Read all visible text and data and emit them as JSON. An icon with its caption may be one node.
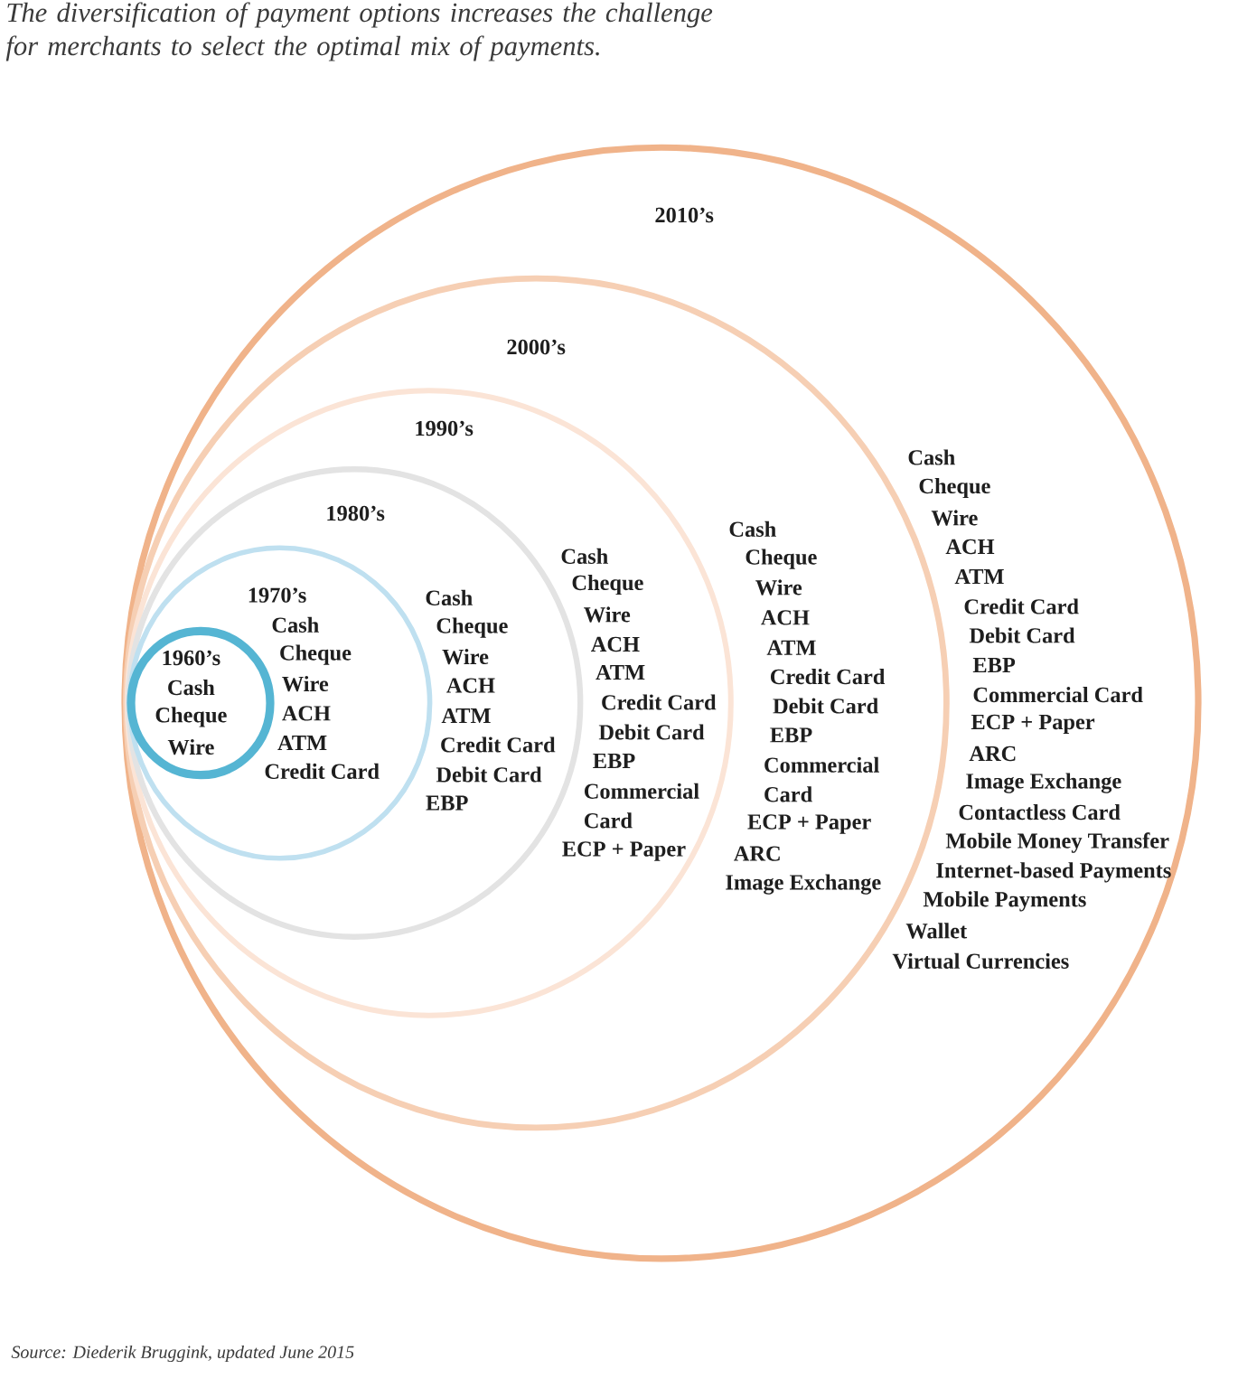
{
  "diagram": {
    "title": "The diversification of payment options increases the challenge for merchants to select the optimal mix of payments.",
    "nodes": [
      {
        "text": [
          "2010’s",
          "Cash",
          "Cheque",
          "Wire",
          "ACH",
          "ATM",
          "Credit Card",
          "Debit Card",
          "EBP",
          "Commercial Card",
          "ECP + Paper",
          "ARC",
          "Image Exchange",
          "Contactless Card",
          "Mobile Money Transfer",
          "Internet-based Payments",
          "Mobile Payments",
          "Wallet",
          "Virtual Currencies"
        ]
      },
      {
        "text": [
          "2000’s",
          "Cash",
          "Cheque",
          "Wire",
          "ACH",
          "ATM",
          "Credit Card",
          "Debit Card",
          "EBP",
          "Commercial Card",
          "ECP + Paper",
          "ARC",
          "Image Exchange"
        ],
        "in": 0
      },
      {
        "text": [
          "1990’s",
          "Cash",
          "Cheque",
          "Wire",
          "ACH",
          "ATM",
          "Credit Card",
          "Debit Card",
          "EBP",
          "Commercial Card",
          "ECP + Paper"
        ],
        "in": 1
      },
      {
        "text": [
          "1980’s",
          "Cash",
          "Cheque",
          "Wire",
          "ACH",
          "ATM",
          "Credit Card",
          "Debit Card",
          "EBP"
        ],
        "in": 2
      },
      {
        "text": [
          "1970’s",
          "Cash",
          "Cheque",
          "Wire",
          "ACH",
          "ATM",
          "Credit Card"
        ],
        "in": 3
      },
      {
        "text": [
          "1960’s",
          "Cash",
          "Cheque",
          "Wire"
        ],
        "in": 4
      }
    ],
    "labels": [
      "Source: Diederik Bruggink, updated June 2015"
    ]
  }
}
